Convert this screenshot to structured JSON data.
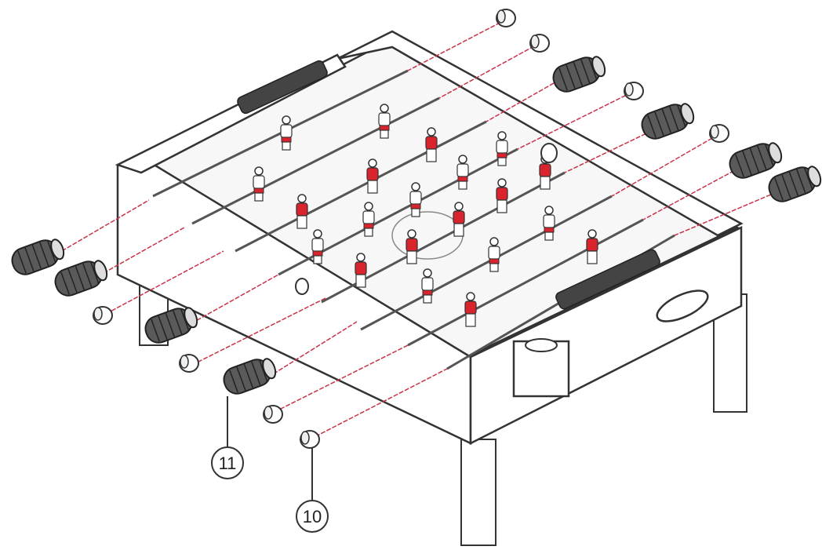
{
  "callouts": [
    {
      "id": "handle-grip",
      "label": "11"
    },
    {
      "id": "end-cap",
      "label": "10"
    }
  ],
  "colors": {
    "player_team_red": "#d9232d",
    "player_team_white": "#ffffff",
    "guide_line": "#c8324a",
    "outline": "#333333",
    "handle_fill": "#5a5a5a"
  },
  "icons": {
    "handle": "handle-grip-icon",
    "cap": "end-cap-icon",
    "player": "foosball-player-icon",
    "ball": "ball-icon",
    "cup": "cup-holder-icon"
  }
}
